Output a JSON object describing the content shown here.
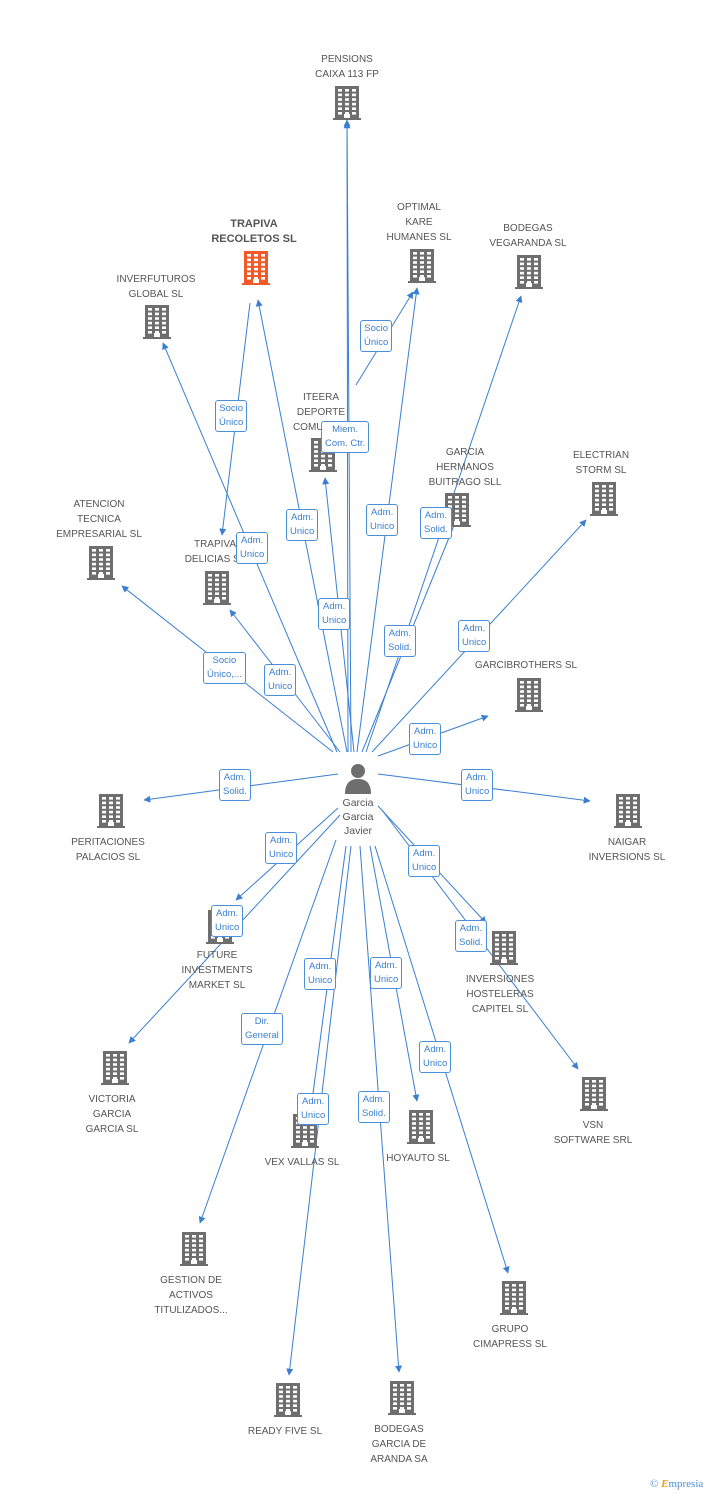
{
  "center": {
    "name": "Garcia\nGarcia\nJavier"
  },
  "colors": {
    "edge": "#3a7fd0",
    "building": "#6e6e6e",
    "highlight": "#f05a28"
  },
  "nodes": [
    {
      "id": "pensions",
      "name": "PENSIONS\nCAIXA 113 FP"
    },
    {
      "id": "trapiva_recoletos",
      "name": "TRAPIVA\nRECOLETOS SL",
      "highlight": true
    },
    {
      "id": "optimal",
      "name": "OPTIMAL\nKARE\nHUMANES  SL"
    },
    {
      "id": "bodegas_vegaranda",
      "name": "BODEGAS\nVEGARANDA SL"
    },
    {
      "id": "inverfuturos",
      "name": "INVERFUTUROS\nGLOBAL  SL"
    },
    {
      "id": "iteera",
      "name": "ITEERA\nDEPORTE\nCOMUNIC..."
    },
    {
      "id": "garcia_hermanos",
      "name": "GARCIA\nHERMANOS\nBUITRAGO  SLL"
    },
    {
      "id": "electrian",
      "name": "ELECTRIAN\nSTORM SL"
    },
    {
      "id": "atencion",
      "name": "ATENCION\nTECNICA\nEMPRESARIAL SL"
    },
    {
      "id": "trapiva_delicias",
      "name": "TRAPIVA\nDELICIAS SL"
    },
    {
      "id": "garcibrothers",
      "name": "GARCIBROTHERS SL"
    },
    {
      "id": "peritaciones",
      "name": "PERITACIONES\nPALACIOS SL"
    },
    {
      "id": "naigar",
      "name": "NAIGAR\nINVERSIONS SL"
    },
    {
      "id": "future",
      "name": "FUTURE\nINVESTMENTS\nMARKET  SL"
    },
    {
      "id": "inversiones",
      "name": "INVERSIONES\nHOSTELERAS\nCAPITEL SL"
    },
    {
      "id": "victoria",
      "name": "VICTORIA\nGARCIA\nGARCIA SL"
    },
    {
      "id": "vsn",
      "name": "VSN\nSOFTWARE SRL"
    },
    {
      "id": "vex",
      "name": "VEX VALLAS SL"
    },
    {
      "id": "hoyauto",
      "name": "HOYAUTO SL"
    },
    {
      "id": "gestion",
      "name": "GESTION DE\nACTIVOS\nTITULIZADOS..."
    },
    {
      "id": "grupo",
      "name": "GRUPO\nCIMAPRESS  SL"
    },
    {
      "id": "ready",
      "name": "READY FIVE SL"
    },
    {
      "id": "bodegas_garcia",
      "name": "BODEGAS\nGARCIA DE\nARANDA SA"
    }
  ],
  "edges": [
    {
      "to": "pensions",
      "label": ""
    },
    {
      "to": "optimal",
      "label": "Adm.\nUnico"
    },
    {
      "to": "bodegas_vegaranda",
      "label": "Adm.\nSolid."
    },
    {
      "to": "trapiva_recoletos",
      "label": "Adm.\nUnico"
    },
    {
      "to": "inverfuturos",
      "label": "Adm.\nUnico"
    },
    {
      "to": "iteera",
      "label": "Adm.\nUnico"
    },
    {
      "to": "garcia_hermanos",
      "label": "Adm.\nSolid."
    },
    {
      "to": "electrian",
      "label": "Adm.\nUnico"
    },
    {
      "to": "atencion",
      "label": "Socio\nÚnico,..."
    },
    {
      "to": "trapiva_delicias",
      "label": "Adm.\nUnico"
    },
    {
      "to": "garcibrothers",
      "label": "Adm.\nUnico"
    },
    {
      "to": "peritaciones",
      "label": "Adm.\nSolid."
    },
    {
      "to": "naigar",
      "label": "Adm.\nUnico"
    },
    {
      "to": "future",
      "label": "Adm.\nUnico"
    },
    {
      "to": "inversiones",
      "label": "Adm.\nUnico"
    },
    {
      "to": "victoria",
      "label": "Adm.\nUnico"
    },
    {
      "to": "vsn",
      "label": "Adm.\nSolid."
    },
    {
      "to": "vex",
      "label": "Adm.\nUnico"
    },
    {
      "to": "hoyauto",
      "label": "Adm.\nUnico"
    },
    {
      "to": "gestion",
      "label": "Dir.\nGeneral"
    },
    {
      "to": "grupo",
      "label": "Adm.\nUnico"
    },
    {
      "to": "ready",
      "label": "Adm.\nUnico"
    },
    {
      "to": "bodegas_garcia",
      "label": "Adm.\nSolid."
    }
  ],
  "side_edges": [
    {
      "from": "iteera",
      "to": "optimal",
      "label": "Socio\nÚnico"
    },
    {
      "from": "trapiva_recoletos",
      "to": "trapiva_delicias",
      "label": "Socio\nÚnico"
    },
    {
      "from": "center",
      "to": "pensions",
      "label": "Miem.\nCom. Ctr."
    }
  ],
  "footer": {
    "copyright": "©",
    "brand_first": "E",
    "brand_rest": "mpresia"
  }
}
